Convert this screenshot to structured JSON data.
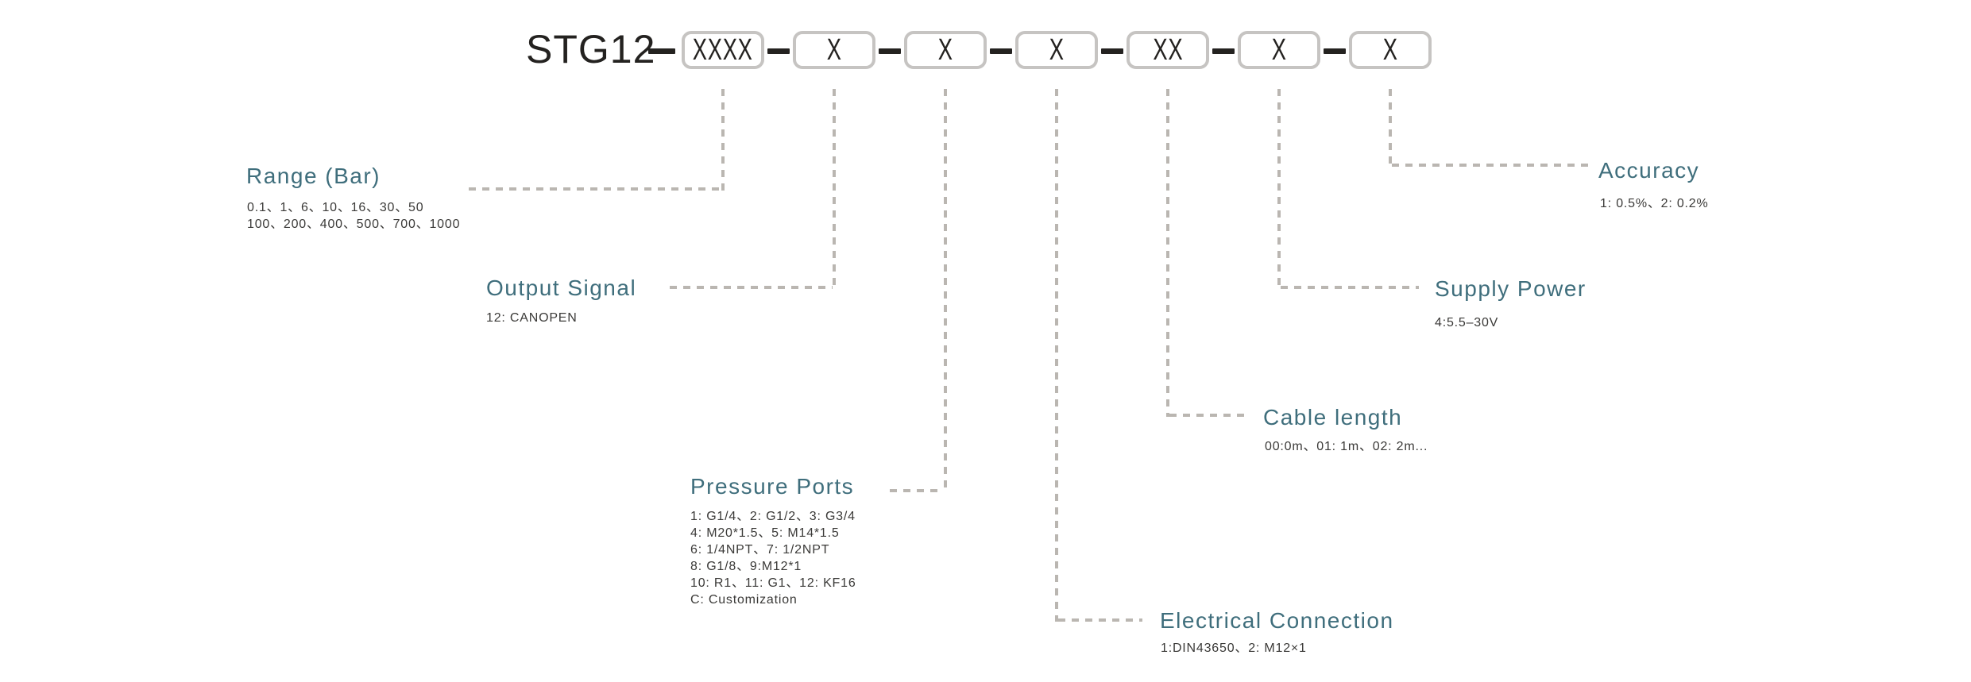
{
  "figure": {
    "type": "product-ordering-code-diagram",
    "product": "STG12"
  },
  "model_code": {
    "prefix": "STG12",
    "separator": "-",
    "boxes": [
      "XXXX",
      "X",
      "X",
      "X",
      "XX",
      "X",
      "X"
    ]
  },
  "fields": [
    {
      "id": "range",
      "label": "Range (Bar)",
      "values": [
        "0.1、1、6、10、16、30、50",
        "100、200、400、500、700、1000"
      ]
    },
    {
      "id": "output-signal",
      "label": "Output Signal",
      "values": [
        "12: CANOPEN"
      ]
    },
    {
      "id": "pressure-ports",
      "label": "Pressure Ports",
      "values": [
        "1: G1/4、2: G1/2、3: G3/4",
        "4: M20*1.5、5: M14*1.5",
        "6: 1/4NPT、7: 1/2NPT",
        "8: G1/8、9:M12*1",
        "10: R1、11: G1、12: KF16",
        "C: Customization"
      ]
    },
    {
      "id": "electrical-connection",
      "label": "Electrical Connection",
      "values": [
        "1:DIN43650、2: M12×1"
      ]
    },
    {
      "id": "cable-length",
      "label": "Cable length",
      "values": [
        "00:0m、01: 1m、02: 2m..."
      ]
    },
    {
      "id": "supply-power",
      "label": "Supply Power",
      "values": [
        "4:5.5–30V"
      ]
    },
    {
      "id": "accuracy",
      "label": "Accuracy",
      "values": [
        "1: 0.5%、2: 0.2%"
      ]
    }
  ],
  "colors": {
    "heading": "#3f6e7c",
    "body": "#3b3a38",
    "dash": "#bab6b1",
    "box_border": "#c6c4c2",
    "code_text": "#242220"
  }
}
